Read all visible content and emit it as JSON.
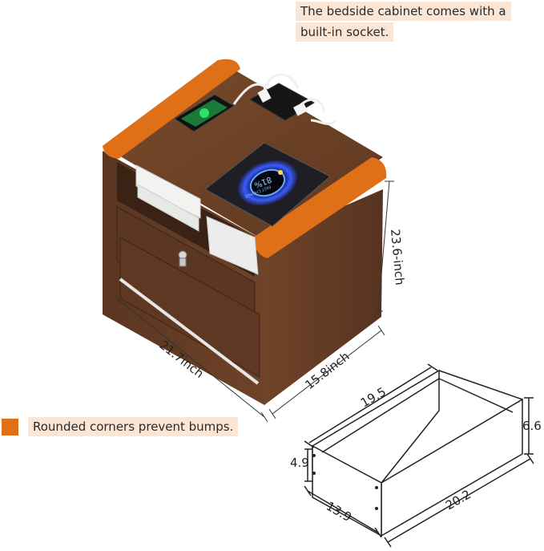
{
  "captions": {
    "socket_line1": "The bedside cabinet comes with a",
    "socket_line2": "built-in socket.",
    "corners": "Rounded corners prevent bumps."
  },
  "cabinet_dims": {
    "height": "23.6-inch",
    "width": "21.7inch",
    "depth": "15.8inch"
  },
  "drawer_dims": {
    "top_width": "19.5",
    "height_right": "6.6",
    "height_left": "4.9",
    "length": "20.2",
    "depth": "13.9"
  },
  "pad_display": {
    "percent": "81%",
    "label": "FAST CHARGE"
  },
  "colors": {
    "wood": "#6b4126",
    "wood_dark": "#4a2a17",
    "accent_orange": "#e07018",
    "caption_bg": "#fbe6d6"
  }
}
